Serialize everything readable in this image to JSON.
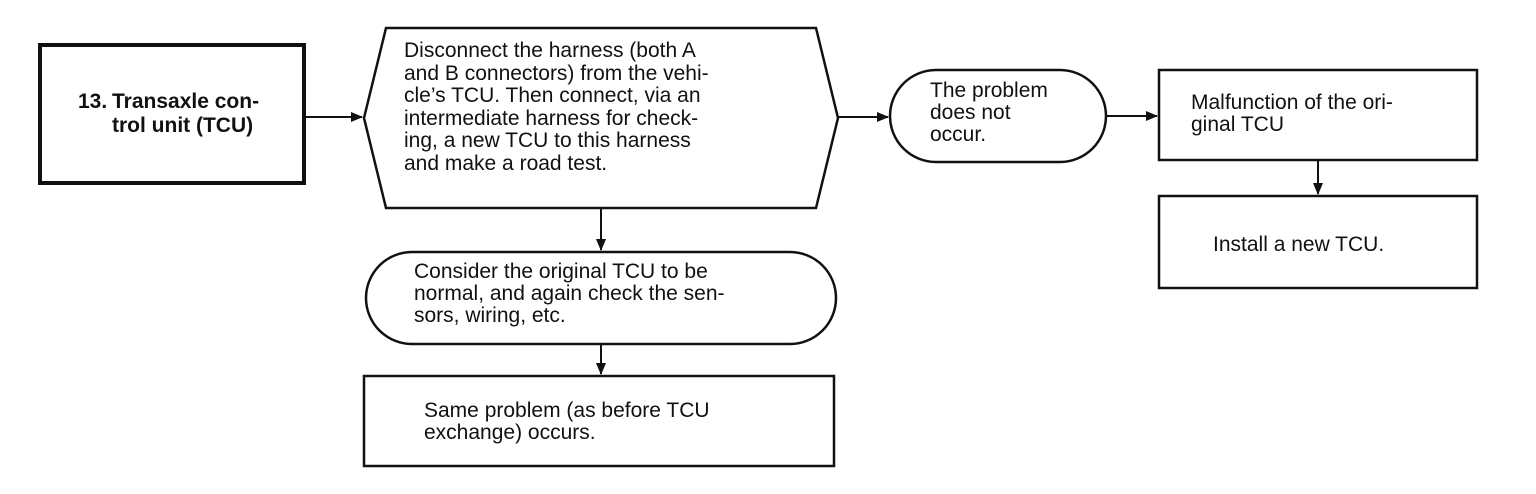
{
  "nodes": {
    "tcu_heading": {
      "number": "13.",
      "text": "Transaxle con-\ntrol unit (TCU)"
    },
    "disconnect_step": {
      "text": "Disconnect the harness (both A\nand B connectors) from the vehi-\ncle’s TCU. Then connect, via an\nintermediate harness for check-\ning, a new TCU to this harness\nand make a road test."
    },
    "problem_not_occur": {
      "text": "The problem\ndoes not\noccur."
    },
    "malfunction_original": {
      "text": "Malfunction of the ori-\nginal TCU"
    },
    "install_new": {
      "text": "Install a new TCU."
    },
    "consider_normal": {
      "text": "Consider the original TCU to be\nnormal, and again check the sen-\nsors, wiring, etc."
    },
    "same_problem": {
      "text": "Same problem (as before TCU\nexchange) occurs."
    }
  },
  "colors": {
    "stroke": "#111111",
    "background": "#ffffff"
  }
}
